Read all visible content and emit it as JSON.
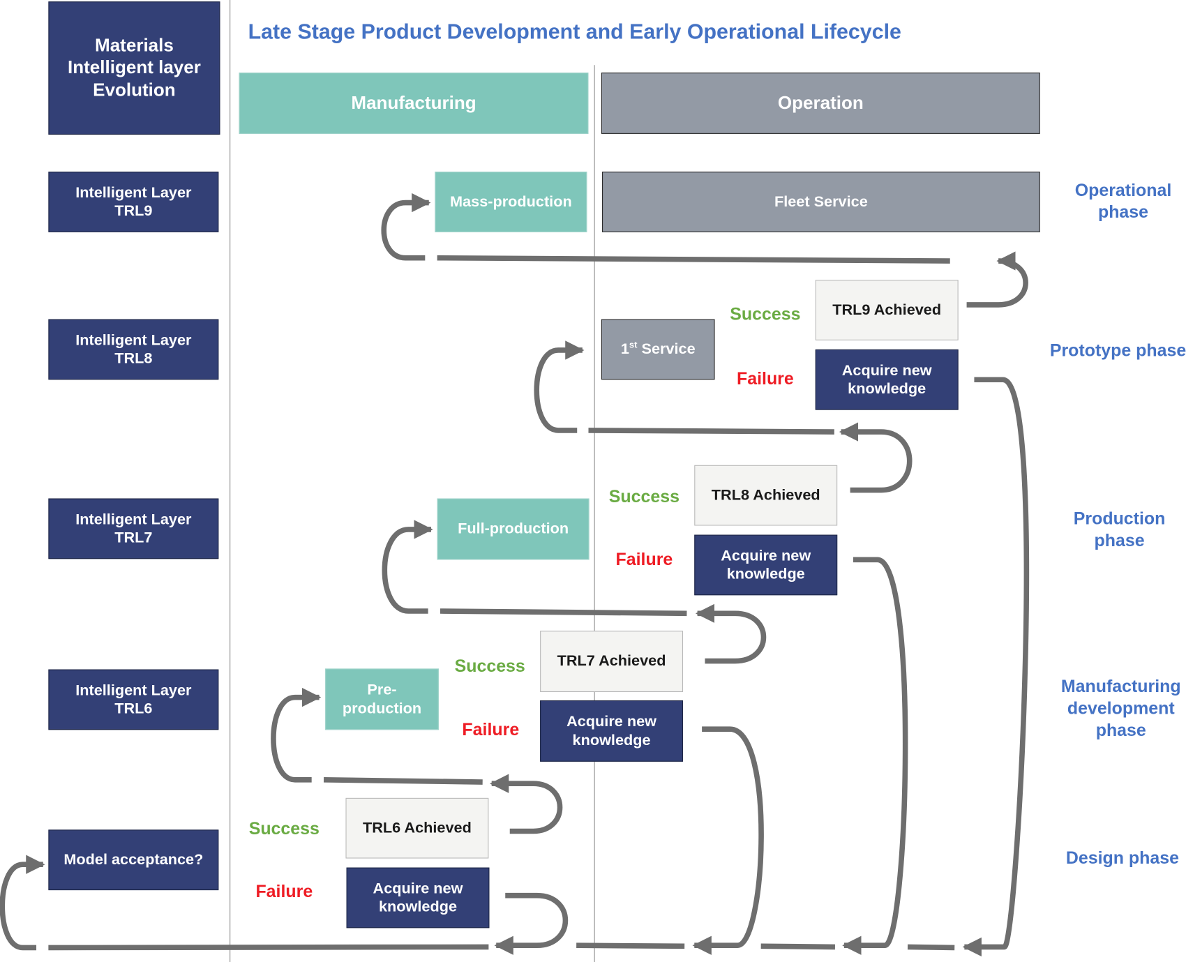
{
  "title": "Late Stage Product Development and Early Operational Lifecycle",
  "header": {
    "evolution": "Materials Intelligent layer Evolution",
    "manufacturing": "Manufacturing",
    "operation": "Operation"
  },
  "levels": {
    "trl9": "Intelligent Layer TRL9",
    "trl8": "Intelligent Layer TRL8",
    "trl7": "Intelligent Layer TRL7",
    "trl6": "Intelligent Layer TRL6",
    "model": "Model acceptance?"
  },
  "stages": {
    "mass_production": "Mass-production",
    "fleet_service": "Fleet Service",
    "first_service_num": "1",
    "first_service_sup": "st",
    "first_service_text": " Service",
    "full_production": "Full-production",
    "pre_production": "Pre-production"
  },
  "achieved": {
    "trl9": "TRL9 Achieved",
    "trl8": "TRL8 Achieved",
    "trl7": "TRL7 Achieved",
    "trl6": "TRL6 Achieved"
  },
  "acquire_label": "Acquire new knowledge",
  "outcomes": {
    "success": "Success",
    "failure": "Failure"
  },
  "phases": {
    "operational": "Operational phase",
    "prototype": "Prototype phase",
    "production": "Production phase",
    "manufacturing_dev": "Manufacturing development phase",
    "design": "Design phase"
  },
  "colors": {
    "navy": "#334076",
    "teal": "#7fc6ba",
    "grey": "#939aa5",
    "success": "#6aab43",
    "failure": "#ee1c24",
    "phase_text": "#4472c4",
    "arrow": "#6e6e6e"
  }
}
